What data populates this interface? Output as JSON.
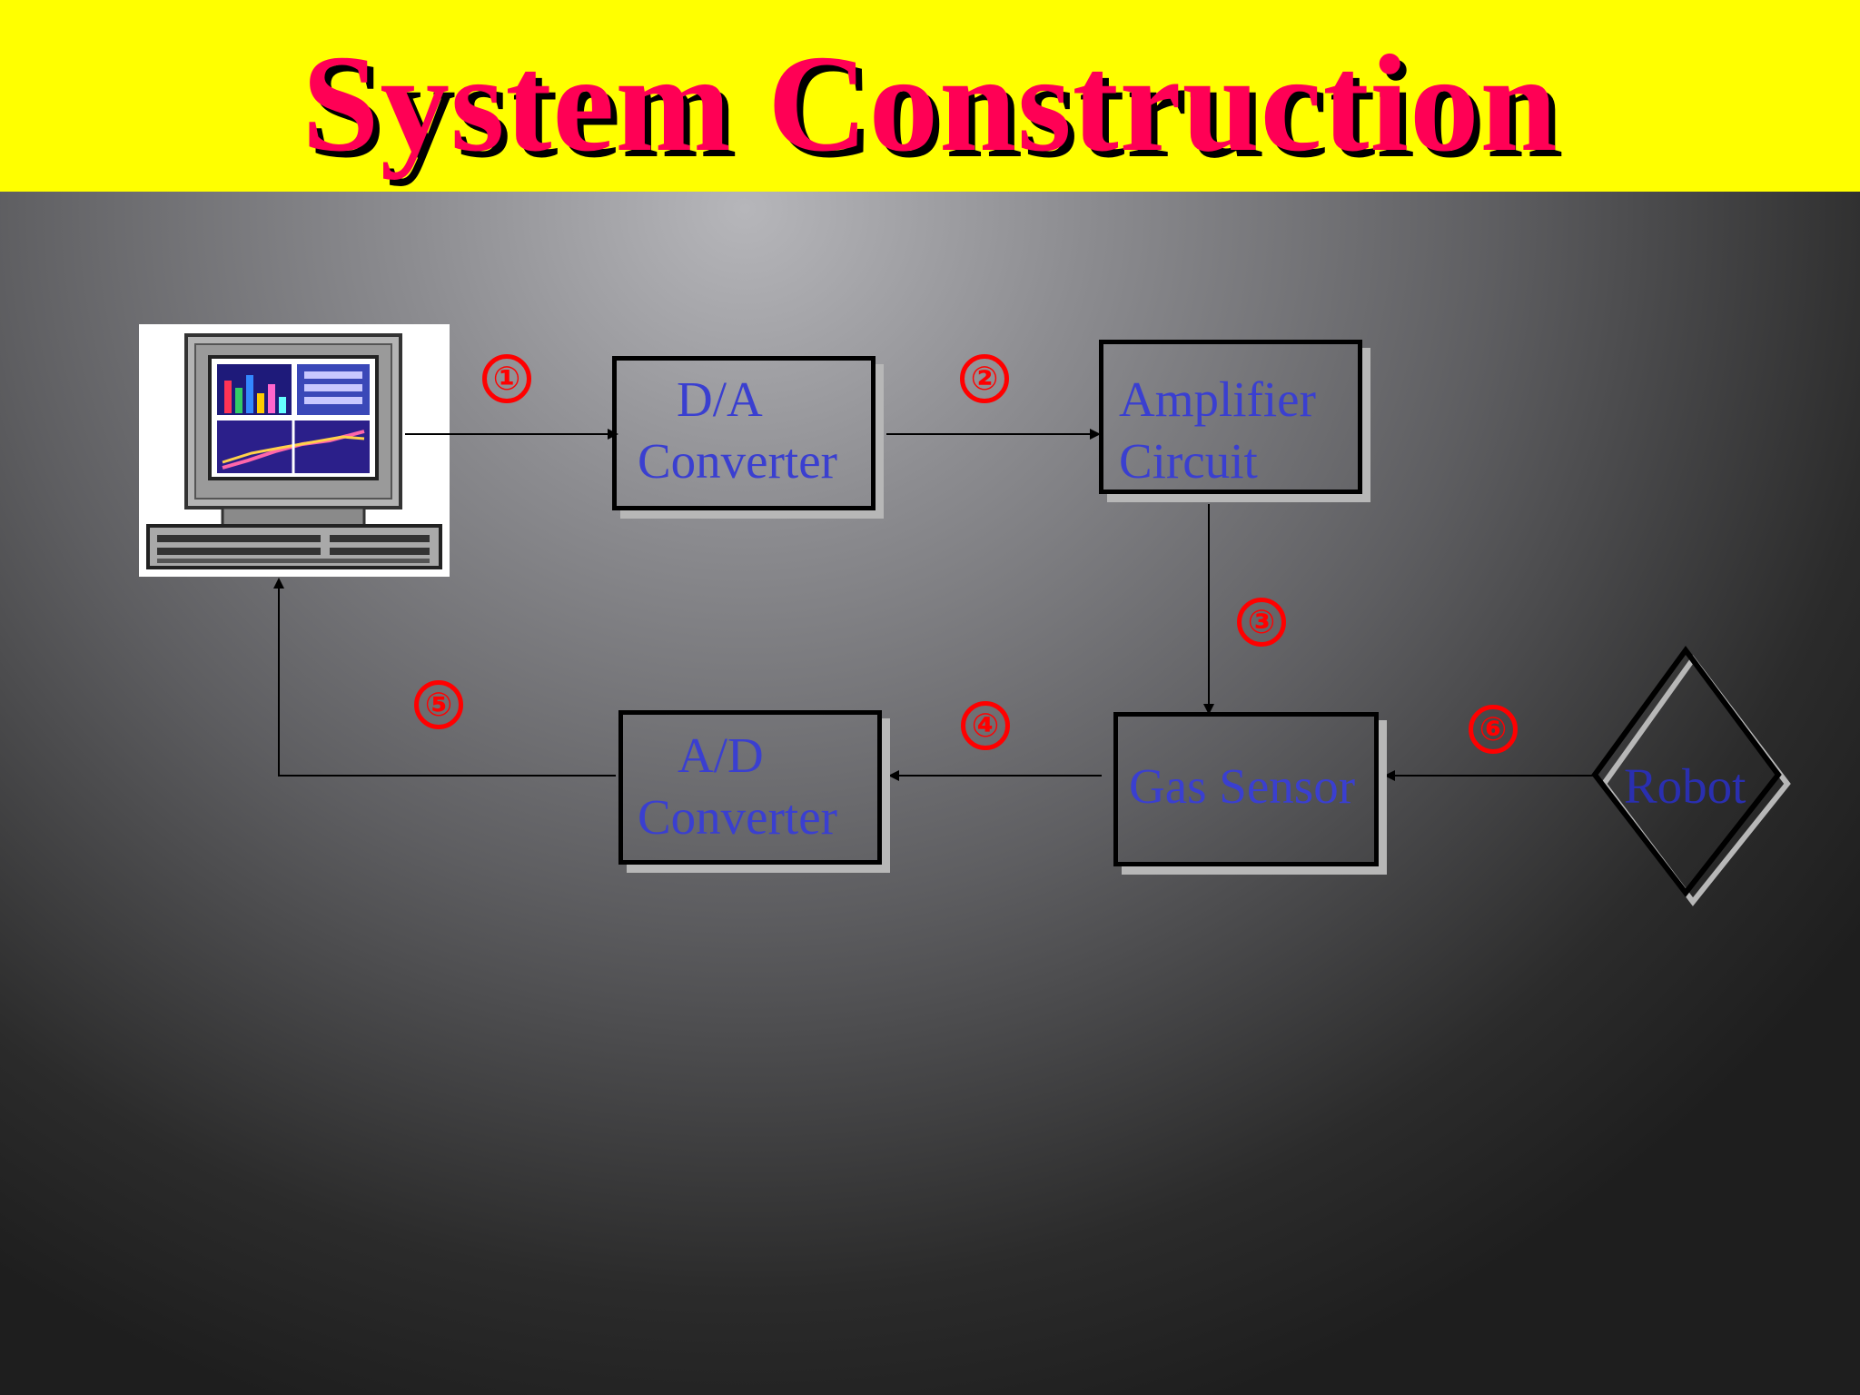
{
  "title": "System Construction",
  "blocks": {
    "da": {
      "line1": "D/A",
      "line2": "Converter"
    },
    "amp": {
      "line1": "Amplifier",
      "line2": "Circuit"
    },
    "gas": {
      "label": "Gas Sensor"
    },
    "ad": {
      "line1": "A/D",
      "line2": "Converter"
    },
    "robot": {
      "label": "Robot"
    }
  },
  "steps": [
    "①",
    "②",
    "③",
    "④",
    "⑤",
    "⑥"
  ],
  "colors": {
    "title_bar": "#ffff00",
    "title_text": "#ff0055",
    "block_text": "#3a3fd0",
    "step_marker": "#ff0000"
  },
  "icons": [
    "computer-icon",
    "arrow-icon"
  ]
}
